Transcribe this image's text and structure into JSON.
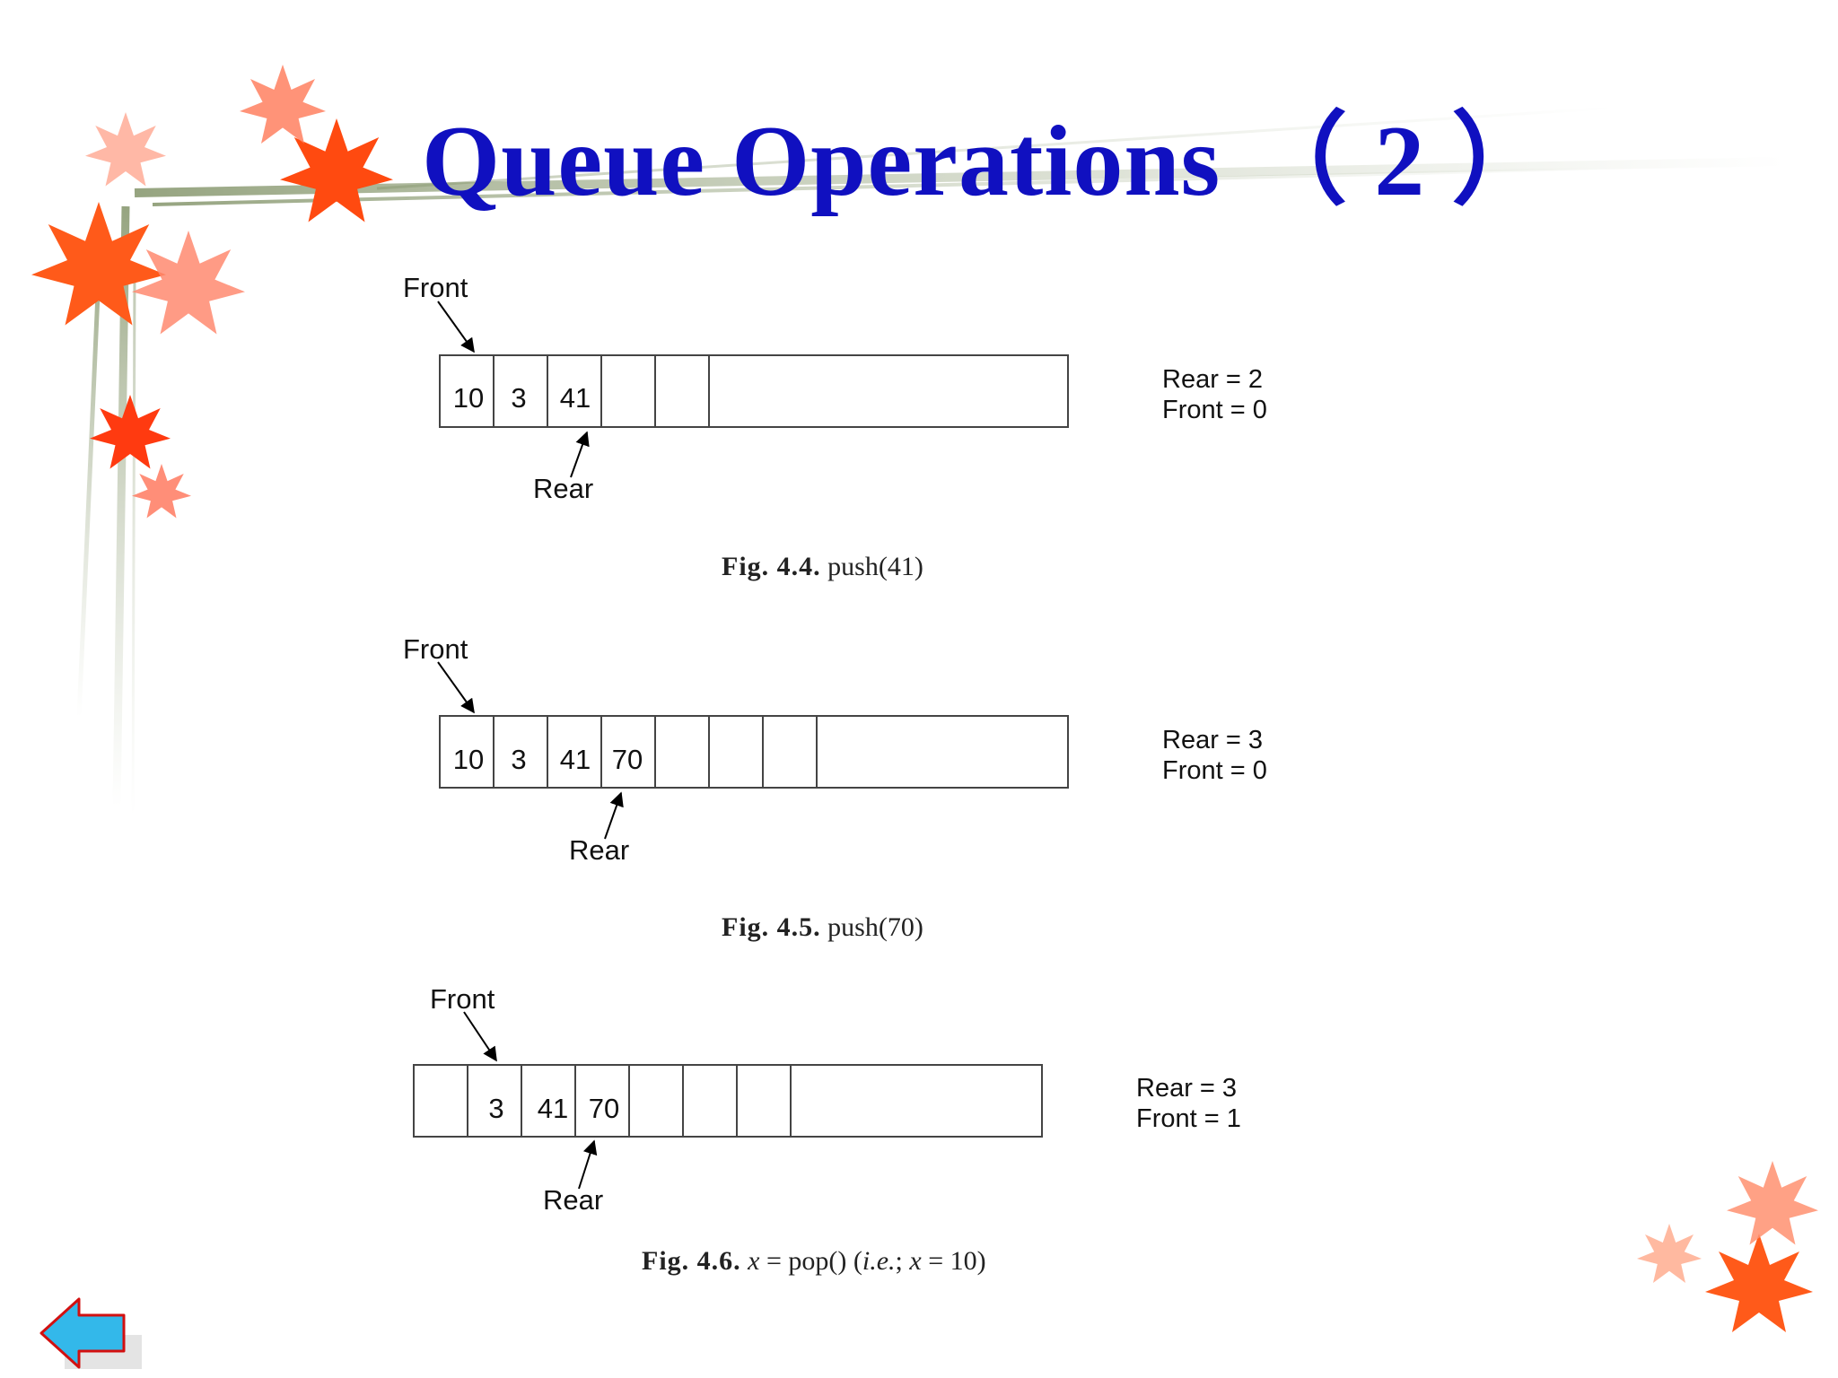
{
  "title": "Queue Operations （ 2 ）",
  "figures": [
    {
      "front_label": "Front",
      "rear_label": "Rear",
      "cells": [
        "10",
        "3",
        "41",
        "",
        ""
      ],
      "state": {
        "rear": "Rear = 2",
        "front": "Front = 0"
      },
      "caption": {
        "fig": "Fig. 4.4.",
        "text": "push(41)"
      }
    },
    {
      "front_label": "Front",
      "rear_label": "Rear",
      "cells": [
        "10",
        "3",
        "41",
        "70",
        "",
        "",
        ""
      ],
      "state": {
        "rear": "Rear = 3",
        "front": "Front = 0"
      },
      "caption": {
        "fig": "Fig. 4.5.",
        "text": "push(70)"
      }
    },
    {
      "front_label": "Front",
      "rear_label": "Rear",
      "cells": [
        "",
        "3",
        "41",
        "70",
        "",
        "",
        ""
      ],
      "state": {
        "rear": "Rear = 3",
        "front": "Front = 1"
      },
      "caption": {
        "fig": "Fig. 4.6.",
        "x1": "x",
        "eq1": " = pop() (",
        "ie": "i.e.",
        "sep": "; ",
        "x2": "x",
        "eq2": " = 10)"
      }
    }
  ],
  "colors": {
    "title": "#1010c0",
    "back_button": "#33b8ea"
  },
  "icons": {
    "back": "left-arrow-icon",
    "decoration": "maple-leaf-icon"
  }
}
